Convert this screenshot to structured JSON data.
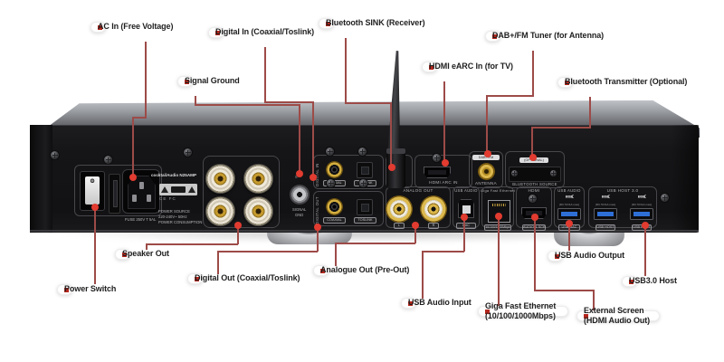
{
  "colors": {
    "leader_line": "#9d4b48",
    "endpoint_dot": "#e23b30",
    "bullet": "#b5271d",
    "label_text": "#1e1e1e",
    "panel_text": "#b2b2b6",
    "usb_blue": "#2e6fd6",
    "gold": "#c9a43c"
  },
  "callouts": {
    "ac_in": {
      "label": "AC In (Free Voltage)"
    },
    "digital_in": {
      "label": "Digital In (Coaxial/Toslink)"
    },
    "signal_ground": {
      "label": "Signal Ground"
    },
    "bt_sink": {
      "label": "Bluetooth SINK (Receiver)"
    },
    "hdmi_earc": {
      "label": "HDMI eARC In (for TV)"
    },
    "dab_fm": {
      "label": "DAB+/FM Tuner (for Antenna)"
    },
    "bt_tx": {
      "label": "Bluetooth  Transmitter (Optional)"
    },
    "power_switch": {
      "label": "Power Switch"
    },
    "speaker_out": {
      "label": "Speaker Out"
    },
    "digital_out": {
      "label": "Digital Out (Coaxial/Toslink)"
    },
    "analogue_out": {
      "label": "Analogue Out (Pre-Out)"
    },
    "usb_audio_in": {
      "label": "USB Audio Input"
    },
    "giga_ethernet": {
      "label": "Giga Fast Ethernet (10/100/1000Mbps)"
    },
    "ext_screen": {
      "label": "External Screen (HDMI Audio Out)"
    },
    "usb_audio_out": {
      "label": "USB Audio Output"
    },
    "usb3_host": {
      "label": "USB3.0 Host"
    }
  },
  "panel": {
    "brand": "cocktailAudio N25AMP",
    "switch_off": "O",
    "switch_on": "I",
    "certs": "CE FC",
    "power_line1": "POWER SOURCE",
    "power_line2": "220-240V~ 50Hz",
    "power_line3": "POWER CONSUMPTION",
    "fuse": "FUSE 250V T 5AL",
    "signal_gnd_line1": "SIGNAL",
    "signal_gnd_line2": "GND",
    "digital_in": "DIGITAL IN",
    "digital_out": "DIGITAL OUT",
    "coaxial": "COAXIAL",
    "toslink": "TOSLINK",
    "hdmi_arc_in": "HDMI ARC IN",
    "antenna": "ANTENNA",
    "antenna_tag": "DAB+/FM",
    "bt_source": "BLUETOOTH SOURCE",
    "optional": "(OPTIONAL)",
    "analog_out": "ANALOG OUT",
    "ch_left": "L",
    "ch_right": "R",
    "usb_audio": "USB AUDIO",
    "usb_b_tag": "DAC",
    "giga": "Giga Fast Ethernet",
    "eth_speed": "10/100/1000Mbps",
    "hdmi": "HDMI",
    "hdmi_tag": "AUDIO & SCR",
    "usb_host_30": "USB HOST 3.0",
    "usb": "USB",
    "usb_current": "(DC 5V/1A max)",
    "usb_host": "USB HOST",
    "usb_a_tag": "USB DAC"
  }
}
